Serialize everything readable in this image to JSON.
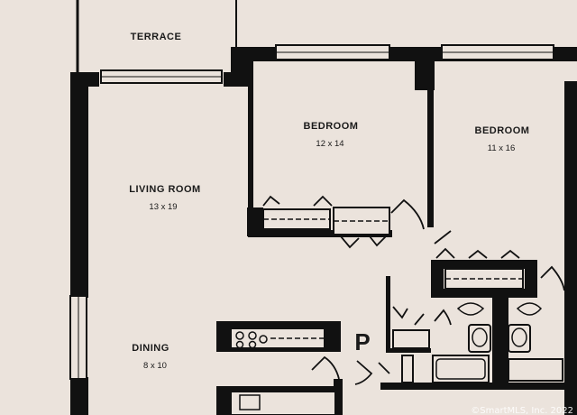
{
  "plan": {
    "terrace": "TERRACE",
    "bedroom_1": {
      "name": "BEDROOM",
      "size": "12 x 14"
    },
    "bedroom_2": {
      "name": "BEDROOM",
      "size": "11 x 16"
    },
    "living_room": {
      "name": "LIVING ROOM",
      "size": "13 x 19"
    },
    "dining": {
      "name": "DINING",
      "size": "8 x 10"
    },
    "marker": "P"
  },
  "watermark": "©SmartMLS, Inc. 2022",
  "colors": {
    "paper": "#ebe3dc",
    "ink": "#111111"
  }
}
